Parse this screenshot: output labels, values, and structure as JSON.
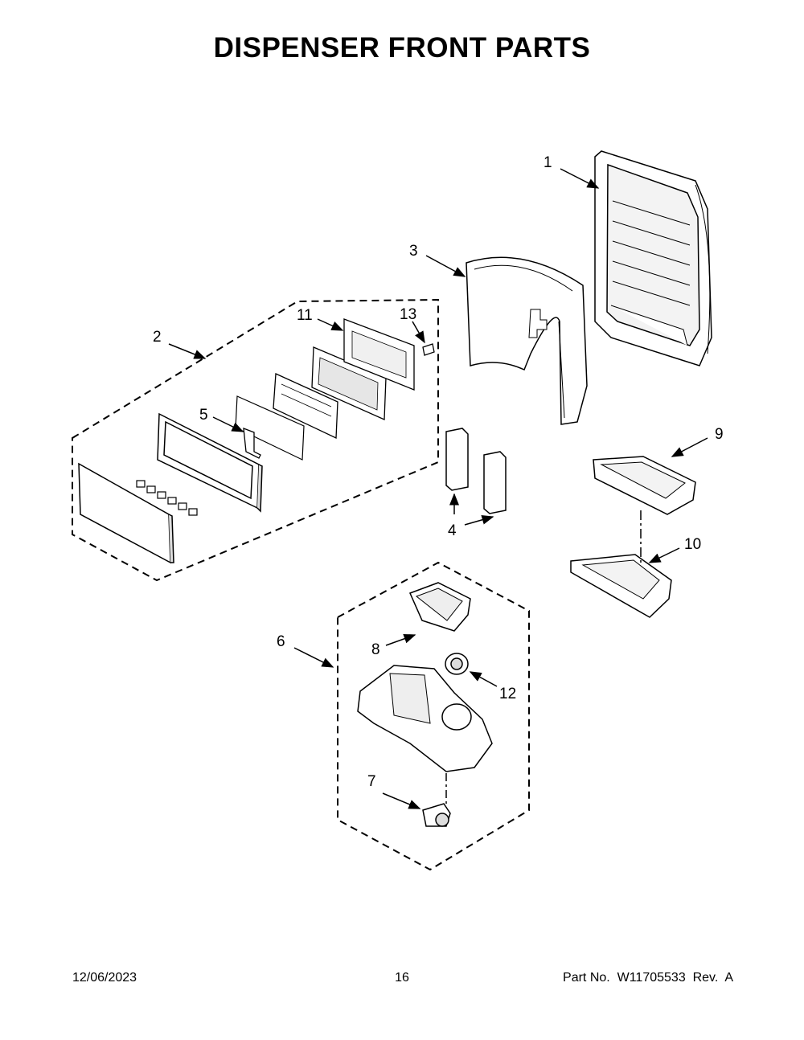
{
  "title": "DISPENSER FRONT PARTS",
  "callouts": {
    "c1": "1",
    "c2": "2",
    "c3": "3",
    "c4": "4",
    "c5": "5",
    "c6": "6",
    "c7": "7",
    "c8": "8",
    "c9": "9",
    "c10": "10",
    "c11": "11",
    "c12": "12",
    "c13": "13"
  },
  "footer": {
    "date": "12/06/2023",
    "page": "16",
    "part": "Part No.  W11705533  Rev.  A"
  }
}
